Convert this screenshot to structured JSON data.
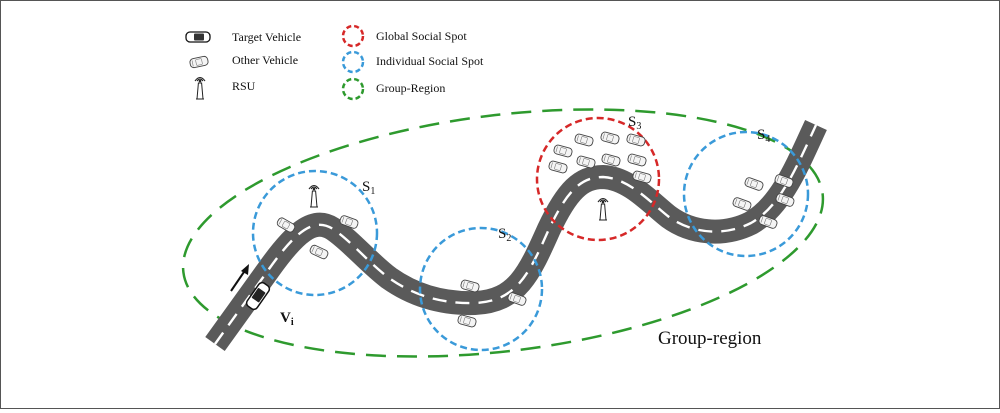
{
  "legend": {
    "target_vehicle": "Target Vehicle",
    "other_vehicle": "Other Vehicle",
    "rsu": "RSU",
    "global_social_spot": "Global Social Spot",
    "individual_social_spot": "Individual Social Spot",
    "group_region": "Group-Region"
  },
  "colors": {
    "global_spot": "#d62828",
    "individual_spot": "#3a9ad9",
    "group_region": "#2e9a2e",
    "road": "#5a5a5a",
    "lane_marking": "#ffffff"
  },
  "spots": [
    {
      "label": "S",
      "sub": "1",
      "kind": "individual"
    },
    {
      "label": "S",
      "sub": "2",
      "kind": "individual"
    },
    {
      "label": "S",
      "sub": "3",
      "kind": "global"
    },
    {
      "label": "S",
      "sub": "4",
      "kind": "individual"
    }
  ],
  "target_label": {
    "main": "V",
    "sub": "i"
  },
  "group_region_label": "Group-region"
}
